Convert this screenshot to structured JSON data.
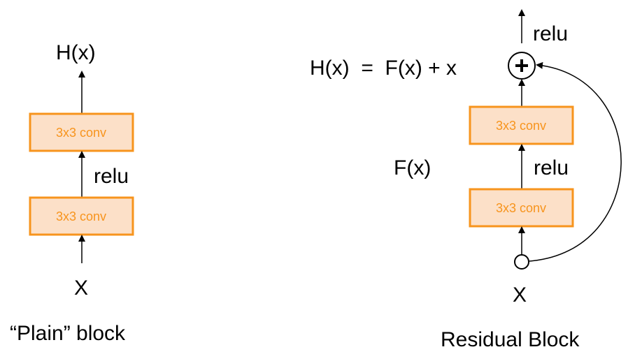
{
  "plain": {
    "output_label": "H(x)",
    "conv1": "3x3 conv",
    "conv2": "3x3 conv",
    "relu": "relu",
    "input_label": "X",
    "caption": "“Plain” block"
  },
  "residual": {
    "equation": "H(x)  =  F(x) + x",
    "fx_label": "F(x)",
    "relu_top": "relu",
    "relu_mid": "relu",
    "conv1": "3x3 conv",
    "conv2": "3x3 conv",
    "input_label": "X",
    "caption": "Residual Block"
  },
  "colors": {
    "box_fill": "#fce0c8",
    "box_stroke": "#f7941d"
  }
}
